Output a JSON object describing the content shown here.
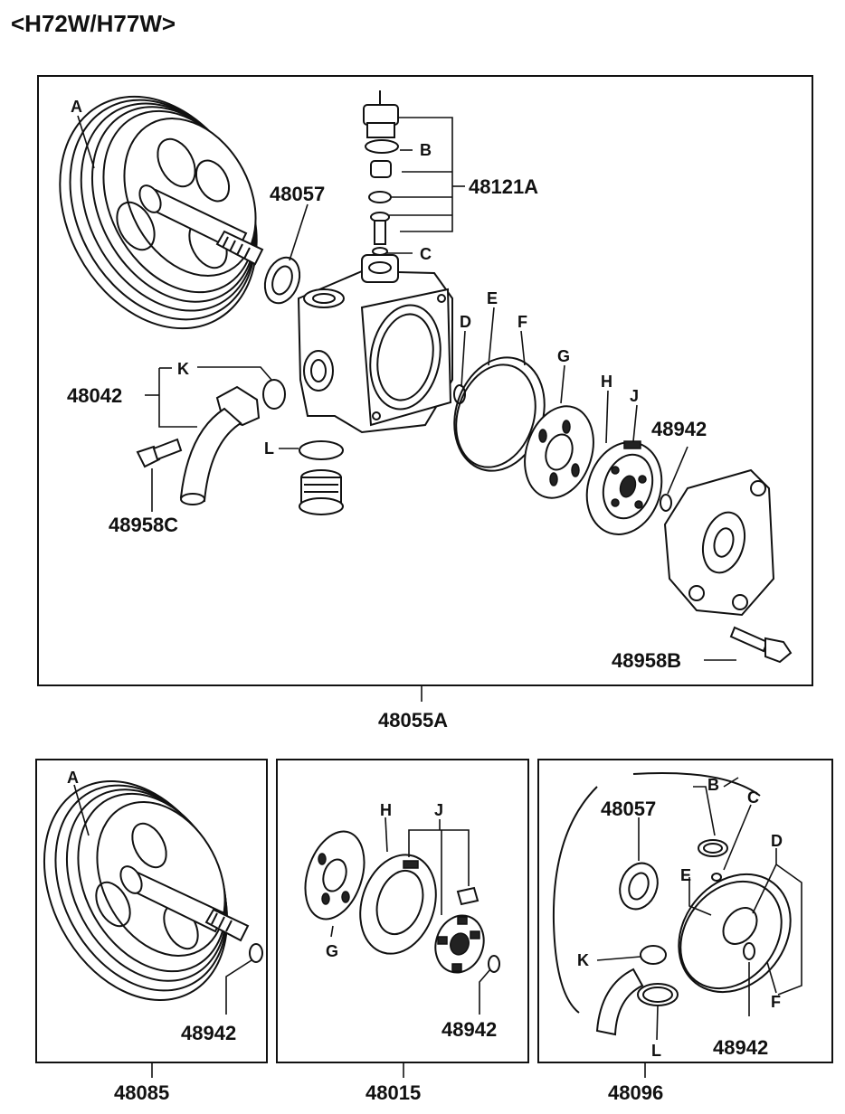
{
  "title": "<H72W/H77W>",
  "main_assembly": {
    "part_number": "48055A",
    "labels": {
      "A": "A",
      "B": "B",
      "C": "C",
      "D": "D",
      "E": "E",
      "F": "F",
      "G": "G",
      "H": "H",
      "J": "J",
      "K": "K",
      "L": "L",
      "p48057": "48057",
      "p48121A": "48121A",
      "p48042": "48042",
      "p48958C": "48958C",
      "p48942": "48942",
      "p48958B": "48958B"
    }
  },
  "kit_pulley": {
    "part_number": "48085",
    "labels": {
      "A": "A",
      "p48942": "48942"
    }
  },
  "kit_cartridge": {
    "part_number": "48015",
    "labels": {
      "H": "H",
      "J": "J",
      "G": "G",
      "p48942": "48942"
    }
  },
  "kit_seals": {
    "part_number": "48096",
    "labels": {
      "B": "B",
      "C": "C",
      "D": "D",
      "E": "E",
      "F": "F",
      "K": "K",
      "L": "L",
      "p48057": "48057",
      "p48942": "48942"
    }
  }
}
